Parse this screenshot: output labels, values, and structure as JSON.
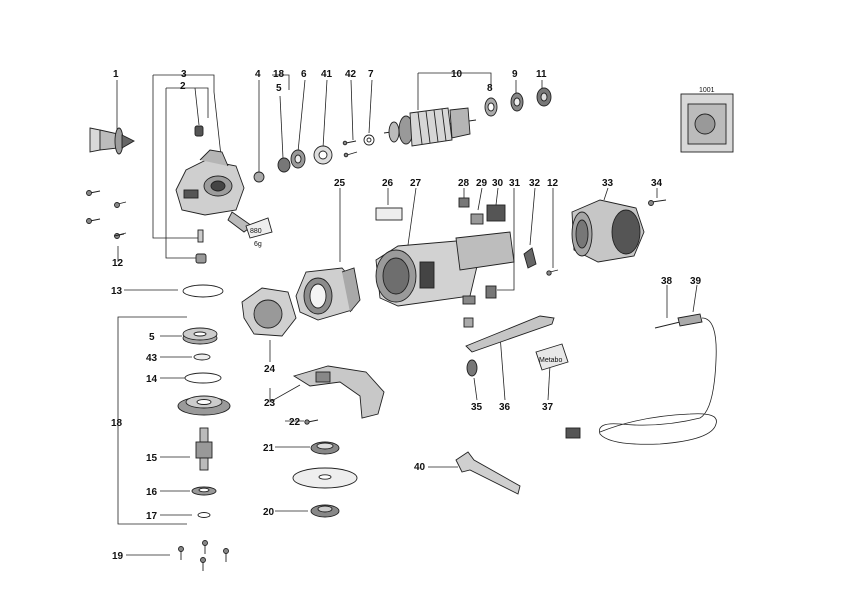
{
  "diagram": {
    "callouts": [
      "1",
      "2",
      "3",
      "4",
      "18",
      "5",
      "6",
      "41",
      "42",
      "7",
      "10",
      "8",
      "9",
      "11",
      "1001",
      "25",
      "26",
      "27",
      "28",
      "29",
      "30",
      "31",
      "32",
      "12",
      "33",
      "34",
      "12",
      "13",
      "5",
      "43",
      "14",
      "18",
      "15",
      "16",
      "17",
      "19",
      "24",
      "23",
      "22",
      "21",
      "20",
      "40",
      "35",
      "36",
      "37",
      "38",
      "39"
    ],
    "tags": {
      "label_880": "880",
      "label_6g": "6g",
      "label_metabo": "Metabo",
      "label_1001": "1001"
    }
  }
}
